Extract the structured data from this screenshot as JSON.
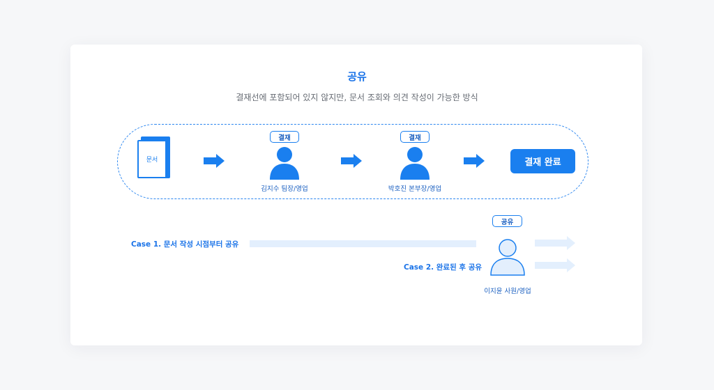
{
  "title": "공유",
  "subtitle": "결재선에 포함되어 있지 않지만, 문서 조회와 의견 작성이 가능한 방식",
  "document_label": "문서",
  "approvers": [
    {
      "tag": "결재",
      "name": "김지수 팀장/영업"
    },
    {
      "tag": "결재",
      "name": "박호진 본부장/영업"
    }
  ],
  "complete_label": "결재 완료",
  "sharer": {
    "tag": "공유",
    "name": "이지윤 사원/영업"
  },
  "cases": [
    {
      "label": "Case 1. 문서 작성 시점부터 공유"
    },
    {
      "label": "Case 2. 완료된 후 공유"
    }
  ],
  "colors": {
    "primary": "#1a7fef",
    "light": "#e3effd",
    "background": "#f6f7f9",
    "card": "#ffffff"
  }
}
